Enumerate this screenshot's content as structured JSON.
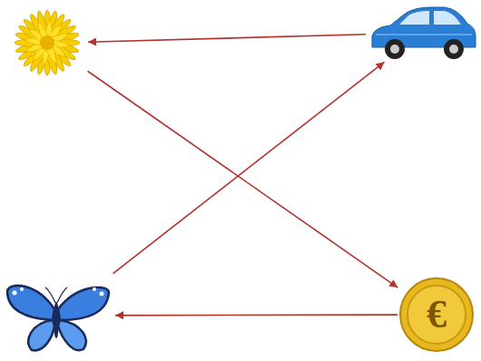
{
  "diagram": {
    "nodes": [
      {
        "text": []
      },
      {
        "text": []
      },
      {
        "text": []
      },
      {
        "text": [
          "€"
        ]
      }
    ],
    "edges": [
      {
        "from": 1,
        "to": 0,
        "arrow": "to"
      },
      {
        "from": 0,
        "to": 3,
        "arrow": "to"
      },
      {
        "from": 3,
        "to": 2,
        "arrow": "to"
      },
      {
        "from": 2,
        "to": 1,
        "arrow": "to"
      }
    ]
  }
}
